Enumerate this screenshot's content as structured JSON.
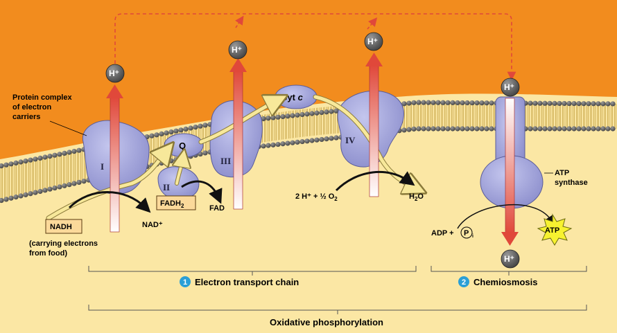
{
  "labels": {
    "protein_complex": [
      "Protein complex",
      "of electron",
      "carriers"
    ],
    "complex_I": "I",
    "complex_II": "II",
    "complex_III": "III",
    "complex_IV": "IV",
    "Q": "Q",
    "cyt_c": "Cyt",
    "cyt_c_italic": "c",
    "nadh": "NADH",
    "nad_plus": "NAD⁺",
    "fadh2": "FADH",
    "fadh2_sub": "2",
    "fad": "FAD",
    "carrying": [
      "(carrying electrons",
      "from food)"
    ],
    "h2o_eq_left": "2 H⁺ + ½ O",
    "h2o_eq_sub": "2",
    "h2o": "H",
    "h2o_sub": "2",
    "h2o_end": "O",
    "atp_synthase": [
      "ATP",
      "synthase"
    ],
    "adp": "ADP +",
    "pi": "P",
    "pi_sub": "i",
    "atp": "ATP",
    "h_plus": "H⁺"
  },
  "brackets": {
    "etc": {
      "number": "1",
      "label": "Electron transport chain"
    },
    "chemiosmosis": {
      "number": "2",
      "label": "Chemiosmosis"
    },
    "oxphos": {
      "label": "Oxidative phosphorylation"
    }
  },
  "colors": {
    "intermembrane": "#f28c1e",
    "matrix": "#fbe7a4",
    "protein": "#9c9ed6",
    "proton_arrow": "#e0483a",
    "electron_path": "#f7e89a",
    "bracket_number": "#2a9fd6",
    "atp_star": "#f7f230"
  }
}
